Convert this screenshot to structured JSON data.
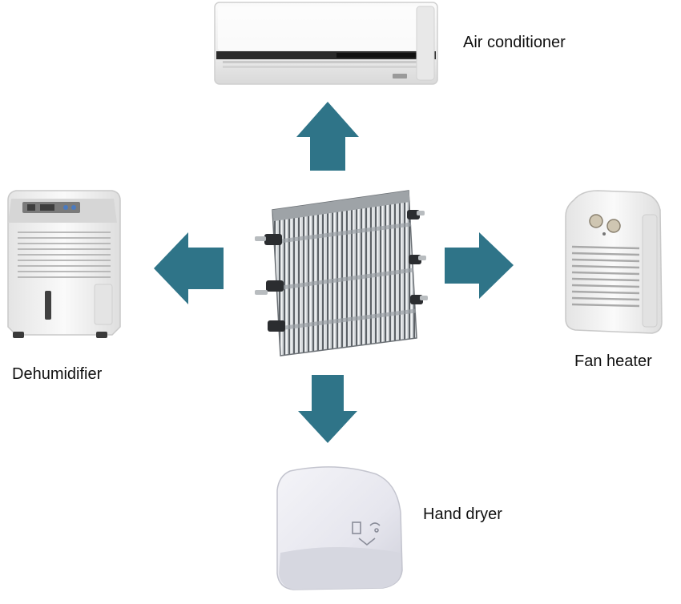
{
  "diagram": {
    "center": {
      "icon": "heating-element-icon"
    },
    "arrow_color": "#2f7488",
    "nodes": [
      {
        "id": "air-conditioner",
        "label": "Air conditioner",
        "icon": "air-conditioner-icon",
        "direction": "up"
      },
      {
        "id": "dehumidifier",
        "label": "Dehumidifier",
        "icon": "dehumidifier-icon",
        "direction": "left"
      },
      {
        "id": "fan-heater",
        "label": "Fan heater",
        "icon": "fan-heater-icon",
        "direction": "right"
      },
      {
        "id": "hand-dryer",
        "label": "Hand dryer",
        "icon": "hand-dryer-icon",
        "direction": "down"
      }
    ]
  }
}
